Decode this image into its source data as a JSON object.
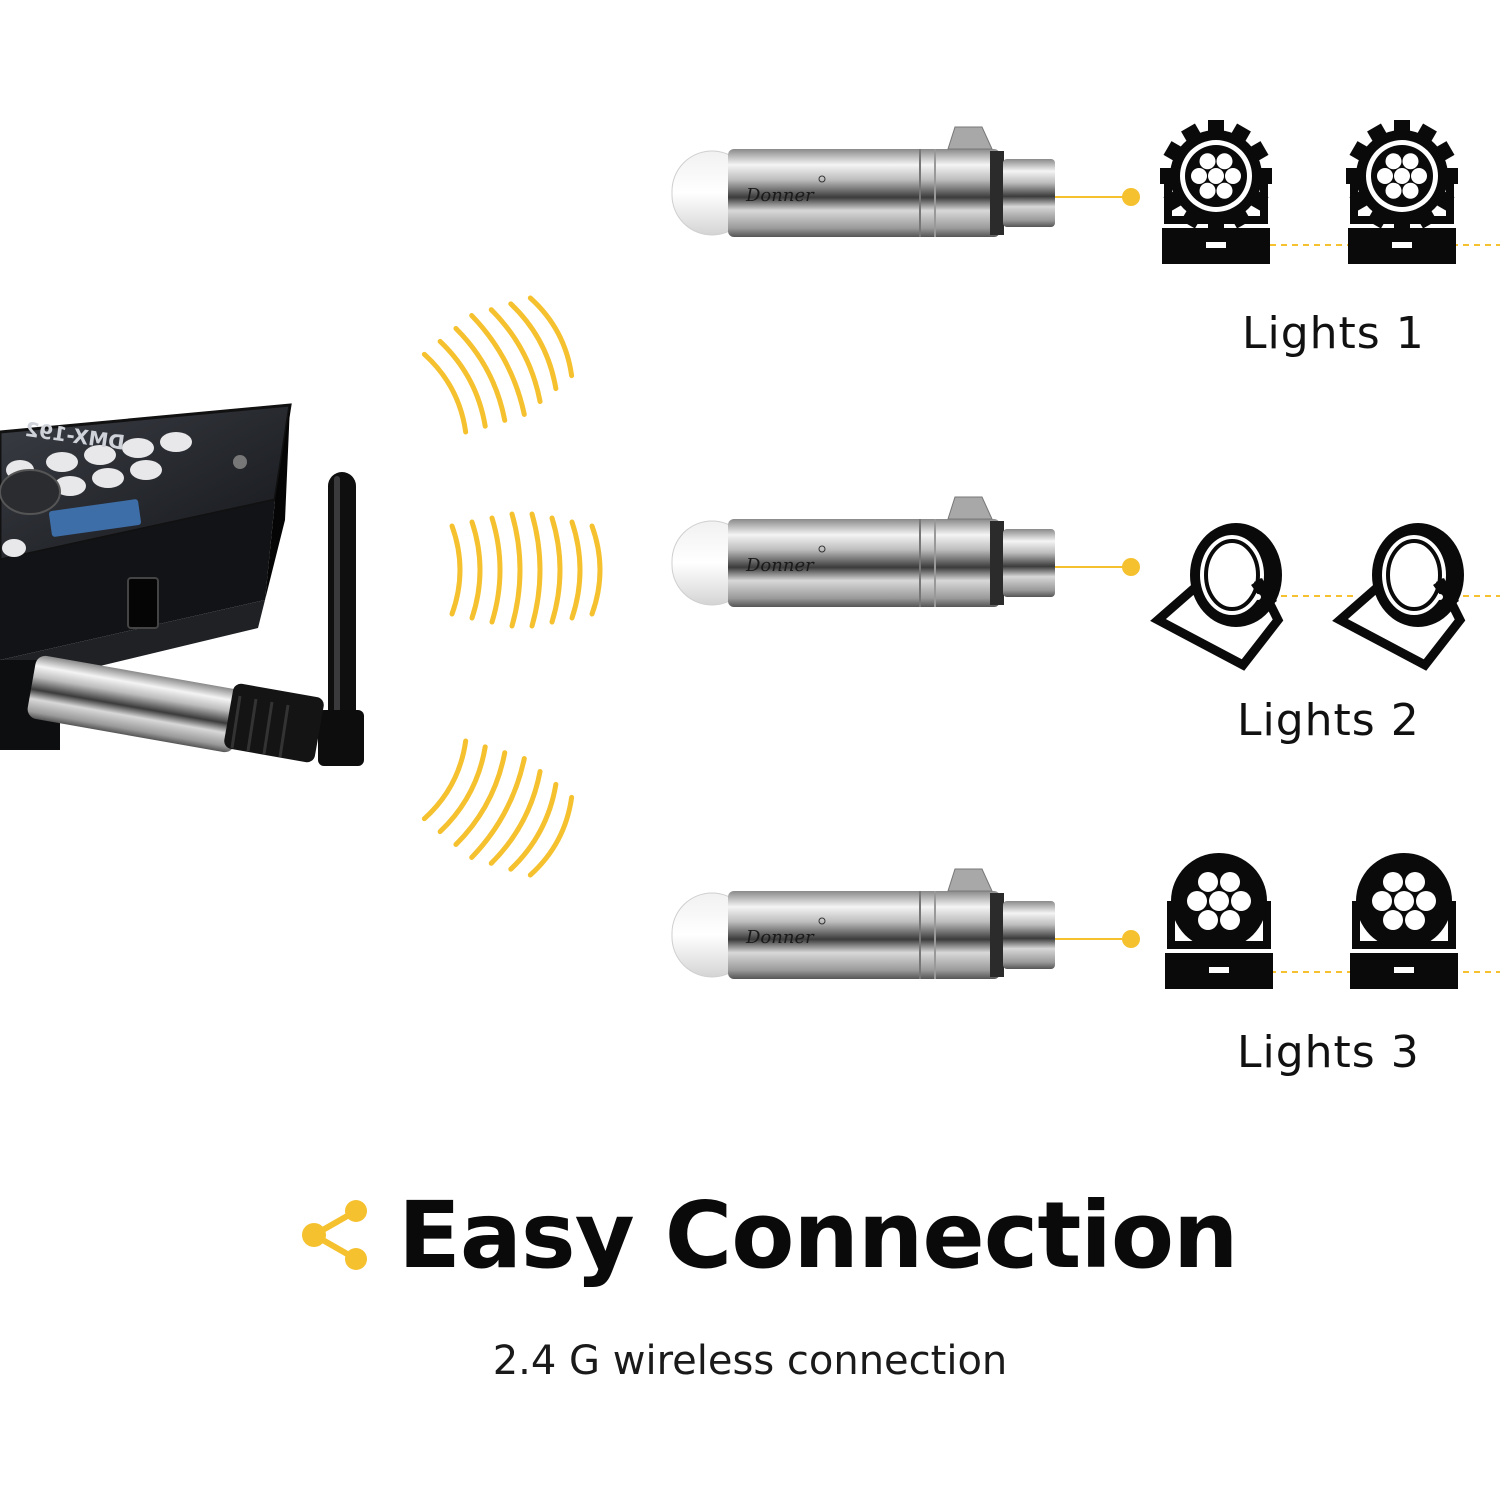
{
  "colors": {
    "accent": "#f5c12e",
    "ink": "#0a0a0a",
    "background": "#ffffff"
  },
  "controller": {
    "model_text": "DMX-192",
    "icon": "dmx-controller-icon"
  },
  "receivers": [
    {
      "brand": "Donner",
      "icon": "wireless-receiver-icon"
    },
    {
      "brand": "Donner",
      "icon": "wireless-receiver-icon"
    },
    {
      "brand": "Donner",
      "icon": "wireless-receiver-icon"
    }
  ],
  "light_groups": [
    {
      "label": "Lights 1",
      "icon": "moving-head-light-icon"
    },
    {
      "label": "Lights 2",
      "icon": "par-light-icon"
    },
    {
      "label": "Lights 3",
      "icon": "moving-head-wash-icon"
    }
  ],
  "headline": {
    "icon": "share-icon",
    "text": "Easy Connection"
  },
  "subheadline": "2.4 G wireless connection"
}
